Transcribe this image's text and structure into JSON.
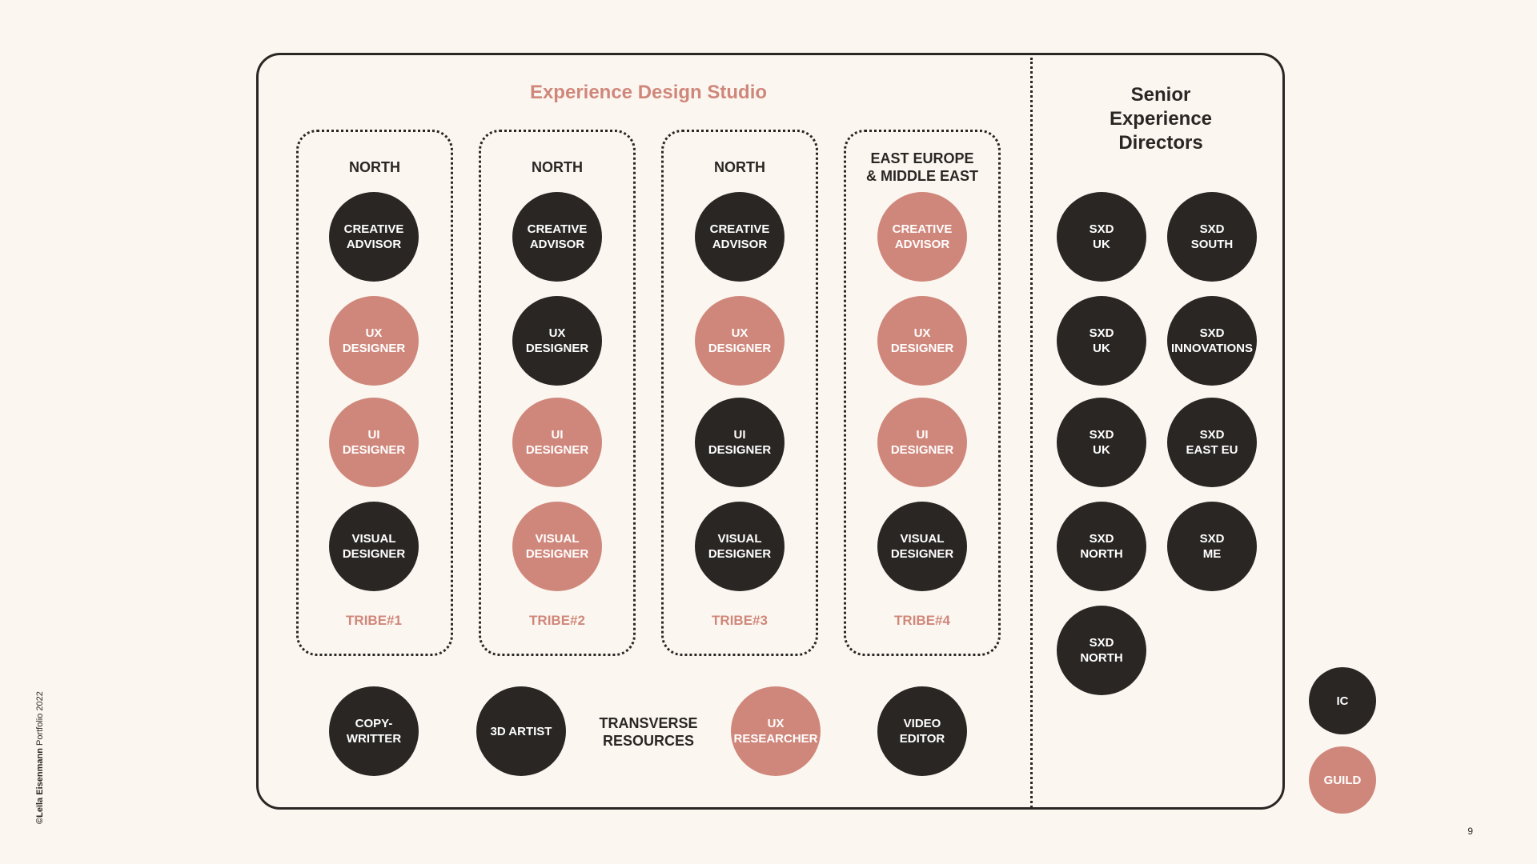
{
  "studio": {
    "title": "Experience Design Studio",
    "tribes": [
      {
        "region": "NORTH",
        "label": "TRIBE#1",
        "roles": [
          {
            "text": "CREATIVE\nADVISOR",
            "color": "dark"
          },
          {
            "text": "UX\nDESIGNER",
            "color": "pink"
          },
          {
            "text": "UI\nDESIGNER",
            "color": "pink"
          },
          {
            "text": "VISUAL\nDESIGNER",
            "color": "dark"
          }
        ]
      },
      {
        "region": "NORTH",
        "label": "TRIBE#2",
        "roles": [
          {
            "text": "CREATIVE\nADVISOR",
            "color": "dark"
          },
          {
            "text": "UX\nDESIGNER",
            "color": "dark"
          },
          {
            "text": "UI\nDESIGNER",
            "color": "pink"
          },
          {
            "text": "VISUAL\nDESIGNER",
            "color": "pink"
          }
        ]
      },
      {
        "region": "NORTH",
        "label": "TRIBE#3",
        "roles": [
          {
            "text": "CREATIVE\nADVISOR",
            "color": "dark"
          },
          {
            "text": "UX\nDESIGNER",
            "color": "pink"
          },
          {
            "text": "UI\nDESIGNER",
            "color": "dark"
          },
          {
            "text": "VISUAL\nDESIGNER",
            "color": "dark"
          }
        ]
      },
      {
        "region": "EAST EUROPE\n& MIDDLE EAST",
        "label": "TRIBE#4",
        "roles": [
          {
            "text": "CREATIVE\nADVISOR",
            "color": "pink"
          },
          {
            "text": "UX\nDESIGNER",
            "color": "pink"
          },
          {
            "text": "UI\nDESIGNER",
            "color": "pink"
          },
          {
            "text": "VISUAL\nDESIGNER",
            "color": "dark"
          }
        ]
      }
    ],
    "transverse": {
      "label": "TRANSVERSE\nRESOURCES",
      "resources": [
        {
          "text": "COPY-\nWRITTER",
          "color": "dark"
        },
        {
          "text": "3D ARTIST",
          "color": "dark"
        },
        {
          "text": "UX\nRESEARCHER",
          "color": "pink"
        },
        {
          "text": "VIDEO\nEDITOR",
          "color": "dark"
        }
      ]
    }
  },
  "senior": {
    "title": "Senior\nExperience\nDirectors",
    "directors": [
      {
        "text": "SXD\nUK",
        "color": "dark"
      },
      {
        "text": "SXD\nSOUTH",
        "color": "dark"
      },
      {
        "text": "SXD\nUK",
        "color": "dark"
      },
      {
        "text": "SXD\nINNOVATIONS",
        "color": "dark"
      },
      {
        "text": "SXD\nUK",
        "color": "dark"
      },
      {
        "text": "SXD\nEAST EU",
        "color": "dark"
      },
      {
        "text": "SXD\nNORTH",
        "color": "dark"
      },
      {
        "text": "SXD\nME",
        "color": "dark"
      },
      {
        "text": "SXD\nNORTH",
        "color": "dark"
      }
    ]
  },
  "legend": [
    {
      "text": "IC",
      "color": "dark"
    },
    {
      "text": "GUILD",
      "color": "pink"
    }
  ],
  "footer": {
    "author": "©Leïla Eisenmann",
    "portfolio": "Portfolio 2022",
    "page_number": "9"
  },
  "colors": {
    "dark": "#2a2624",
    "accent": "#d0877b",
    "background": "#fbf7f0"
  }
}
